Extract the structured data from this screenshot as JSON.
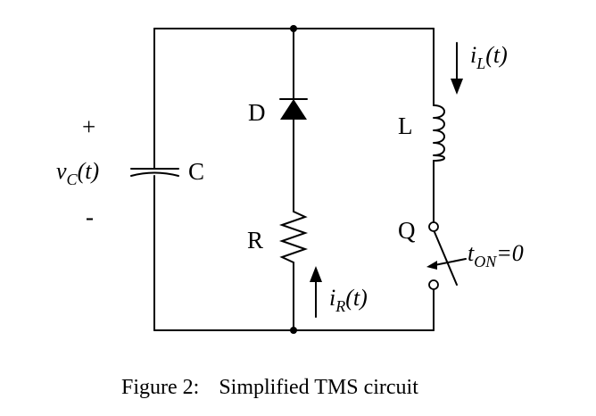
{
  "components": {
    "capacitor": "C",
    "diode": "D",
    "resistor": "R",
    "inductor": "L",
    "switch": "Q"
  },
  "voltage": {
    "plus": "+",
    "minus": "-",
    "v": "v",
    "sub": "C",
    "arg": "(t)"
  },
  "current_l": {
    "i": "i",
    "sub": "L",
    "arg": "(t)"
  },
  "current_r": {
    "i": "i",
    "sub": "R",
    "arg": "(t)"
  },
  "switch_time": {
    "t": "t",
    "sub": "ON",
    "rest": "=0"
  },
  "caption": {
    "figure": "Figure 2:",
    "title": "Simplified TMS circuit"
  }
}
